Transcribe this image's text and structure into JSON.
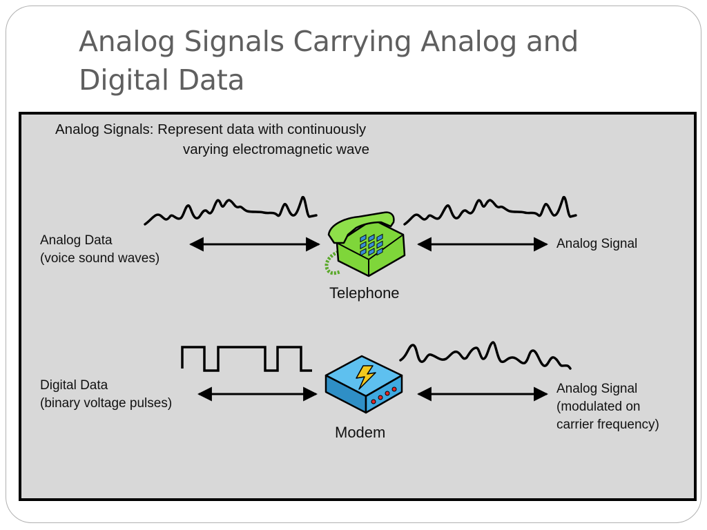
{
  "slide": {
    "title_line1": "Analog Signals Carrying Analog and",
    "title_line2": "Digital Data"
  },
  "diagram": {
    "heading_line1": "Analog Signals: Represent data with continuously",
    "heading_line2": "varying electromagnetic wave",
    "rows": [
      {
        "left_label": [
          "Analog Data",
          "(voice sound waves)"
        ],
        "left_waveform": "analog-voice",
        "device": {
          "label": "Telephone",
          "icon": "telephone-icon"
        },
        "right_waveform": "analog-signal",
        "right_label": [
          "Analog Signal"
        ]
      },
      {
        "left_label": [
          "Digital Data",
          "(binary voltage pulses)"
        ],
        "left_waveform": "square-pulses",
        "device": {
          "label": "Modem",
          "icon": "modem-icon"
        },
        "right_waveform": "analog-signal",
        "right_label": [
          "Analog Signal",
          "(modulated on",
          "carrier frequency)"
        ]
      }
    ]
  },
  "colors": {
    "title": "#5f5f5f",
    "panel": "#d8d8d8",
    "telephone": "#7fd63a",
    "modem": "#3fa9e0",
    "bolt": "#f2c81e"
  }
}
